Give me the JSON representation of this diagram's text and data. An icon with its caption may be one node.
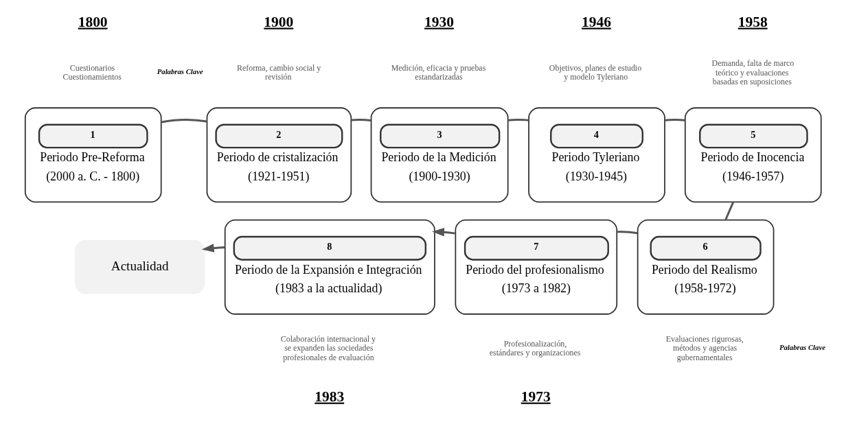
{
  "diagram": {
    "nodes": [
      {
        "text": [
          "1",
          "Periodo Pre-Reforma",
          "(2000 a. C. - 1800)"
        ],
        "beside": [
          "Cuestionarios Cuestionamientos"
        ]
      },
      {
        "text": [
          "2",
          "Periodo de cristalización",
          "(1921-1951)"
        ],
        "beside": [
          "Reforma, cambio social y revisión"
        ]
      },
      {
        "text": [
          "3",
          "Periodo de la Medición",
          "(1900-1930)"
        ],
        "beside": [
          "Medición, eficacia y pruebas estandarizadas"
        ]
      },
      {
        "text": [
          "4",
          "Periodo Tyleriano",
          "(1930-1945)"
        ],
        "beside": [
          "Objetivos, planes de estudio y modelo Tyleriano"
        ]
      },
      {
        "text": [
          "5",
          "Periodo de Inocencia",
          "(1946-1957)"
        ],
        "beside": [
          "Demanda, falta de marco teórico y evaluaciones basadas en suposiciones"
        ]
      },
      {
        "text": [
          "Actualidad"
        ]
      },
      {
        "text": [
          "8",
          "Periodo de la Expansión e Integración",
          "(1983 a la actualidad)"
        ],
        "beside": [
          "Colaboración internacional y se expanden las sociedades profesionales de evaluación"
        ]
      },
      {
        "text": [
          "7",
          "Periodo del profesionalismo",
          "(1973 a 1982)"
        ],
        "beside": [
          "Profesionalización, estándares y organizaciones"
        ]
      },
      {
        "text": [
          "6",
          "Periodo del Realismo",
          "(1958-1972)"
        ],
        "beside": [
          "Evaluaciones rigurosas, métodos y agencias gubernamentales"
        ]
      }
    ],
    "edges": [
      {
        "from": 0,
        "to": 1,
        "arrow": "none"
      },
      {
        "from": 1,
        "to": 2,
        "arrow": "none"
      },
      {
        "from": 2,
        "to": 3,
        "arrow": "none"
      },
      {
        "from": 3,
        "to": 4,
        "arrow": "none"
      },
      {
        "from": 4,
        "to": 8,
        "arrow": "none"
      },
      {
        "from": 8,
        "to": 7,
        "arrow": "none"
      },
      {
        "from": 7,
        "to": 6,
        "arrow": "to"
      },
      {
        "from": 6,
        "to": 5,
        "arrow": "to"
      }
    ],
    "labels": [
      "1800",
      "1900",
      "1930",
      "1946",
      "1958",
      "Palabras Clave",
      "Palabras Clave",
      "1983",
      "1973"
    ]
  }
}
